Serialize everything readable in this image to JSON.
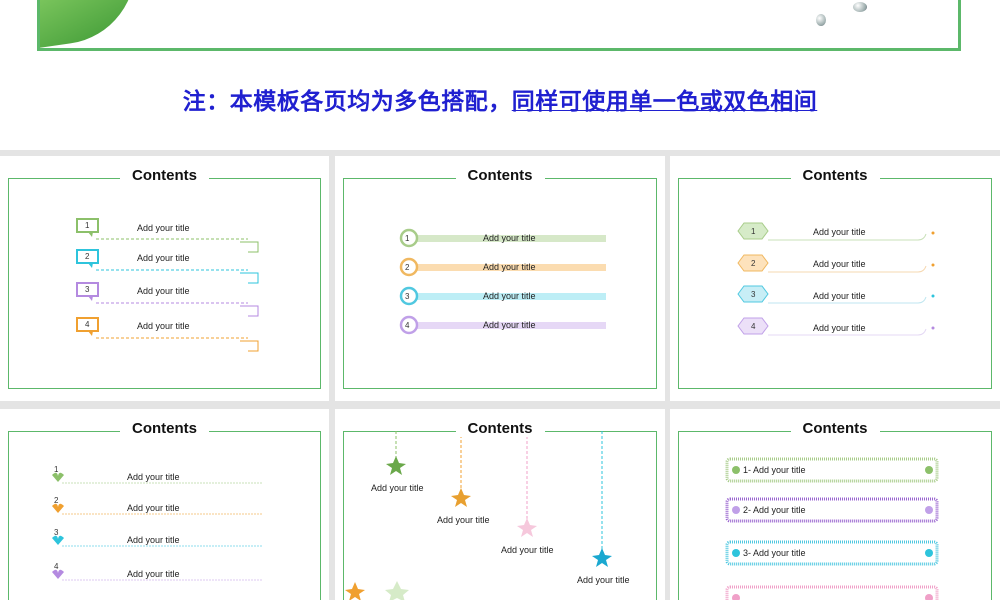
{
  "note": {
    "part1": "注：本模板各页均为多色搭配，",
    "part2": "同样可使用单一色或双色相间"
  },
  "slides": [
    {
      "title": "Contents",
      "items": [
        {
          "num": "1",
          "label": "Add your title"
        },
        {
          "num": "2",
          "label": "Add your title"
        },
        {
          "num": "3",
          "label": "Add your title"
        },
        {
          "num": "4",
          "label": "Add your title"
        }
      ]
    },
    {
      "title": "Contents",
      "items": [
        {
          "num": "1",
          "label": "Add your title"
        },
        {
          "num": "2",
          "label": "Add your title"
        },
        {
          "num": "3",
          "label": "Add your title"
        },
        {
          "num": "4",
          "label": "Add your title"
        }
      ]
    },
    {
      "title": "Contents",
      "items": [
        {
          "num": "1",
          "label": "Add your title"
        },
        {
          "num": "2",
          "label": "Add your title"
        },
        {
          "num": "3",
          "label": "Add your title"
        },
        {
          "num": "4",
          "label": "Add your title"
        }
      ]
    },
    {
      "title": "Contents",
      "items": [
        {
          "num": "1",
          "label": "Add your title"
        },
        {
          "num": "2",
          "label": "Add your title"
        },
        {
          "num": "3",
          "label": "Add your title"
        },
        {
          "num": "4",
          "label": "Add your title"
        }
      ]
    },
    {
      "title": "Contents",
      "items": [
        {
          "label": "Add your title"
        },
        {
          "label": "Add your title"
        },
        {
          "label": "Add your title"
        },
        {
          "label": "Add your title"
        }
      ]
    },
    {
      "title": "Contents",
      "items": [
        {
          "label": "1- Add your title"
        },
        {
          "label": "2- Add your title"
        },
        {
          "label": "3- Add your title"
        }
      ]
    }
  ],
  "colors": {
    "green": "#8cc06a",
    "cyan": "#2ec4dc",
    "purple": "#b48ae0",
    "orange": "#f0a030",
    "pink": "#f0a0c8",
    "frame": "#5cb86a",
    "note": "#2020d0"
  }
}
